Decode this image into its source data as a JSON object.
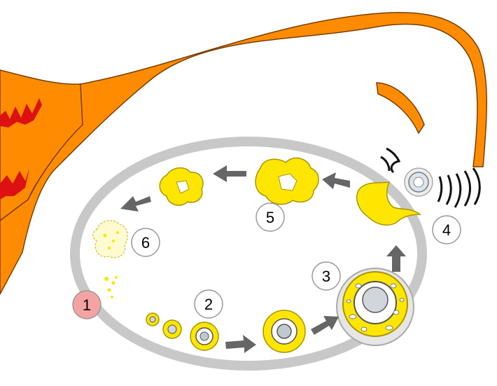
{
  "colors": {
    "tube": "#ff8c00",
    "tube_outline": "#7a3d00",
    "uterus_lining": "#dd1111",
    "ovary": "#c8c8c8",
    "follicle": "#ffe600",
    "follicle_outline": "#a89400",
    "oocyte": "#b8c0c8",
    "arrow": "#666666",
    "badge_fill": "#ffffff",
    "badge_highlight": "#f4a3a3"
  },
  "icons": {
    "arrow": "arrow-icon",
    "fimbriae": "fimbriae-icon"
  },
  "stages": [
    {
      "label": "1"
    },
    {
      "label": "2"
    },
    {
      "label": "3"
    },
    {
      "label": "4"
    },
    {
      "label": "5"
    },
    {
      "label": "6"
    }
  ]
}
